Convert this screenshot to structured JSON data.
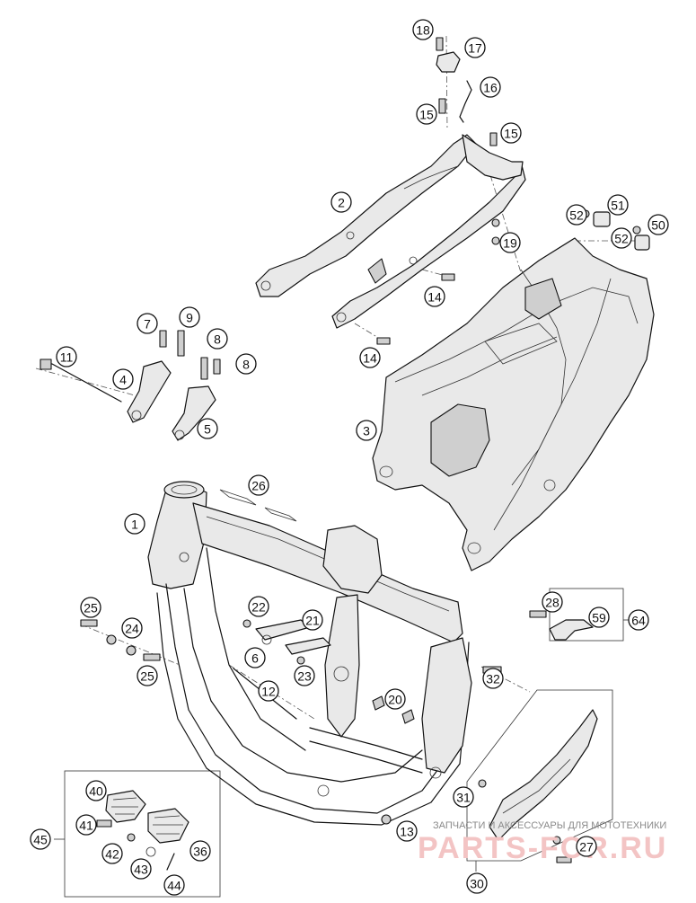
{
  "callouts": [
    "1",
    "2",
    "3",
    "4",
    "5",
    "6",
    "7",
    "8",
    "8",
    "9",
    "11",
    "12",
    "13",
    "14",
    "14",
    "15",
    "15",
    "16",
    "17",
    "18",
    "19",
    "20",
    "21",
    "22",
    "23",
    "24",
    "25",
    "25",
    "26",
    "27",
    "28",
    "30",
    "31",
    "32",
    "36",
    "40",
    "41",
    "42",
    "43",
    "44",
    "45",
    "50",
    "51",
    "52",
    "52",
    "59",
    "64"
  ],
  "watermark": {
    "tagline": "ЗАПЧАСТИ И АКСЕССУАРЫ ДЛЯ МОТОТЕХНИКИ",
    "brand": "PARTS-FOR.RU"
  }
}
